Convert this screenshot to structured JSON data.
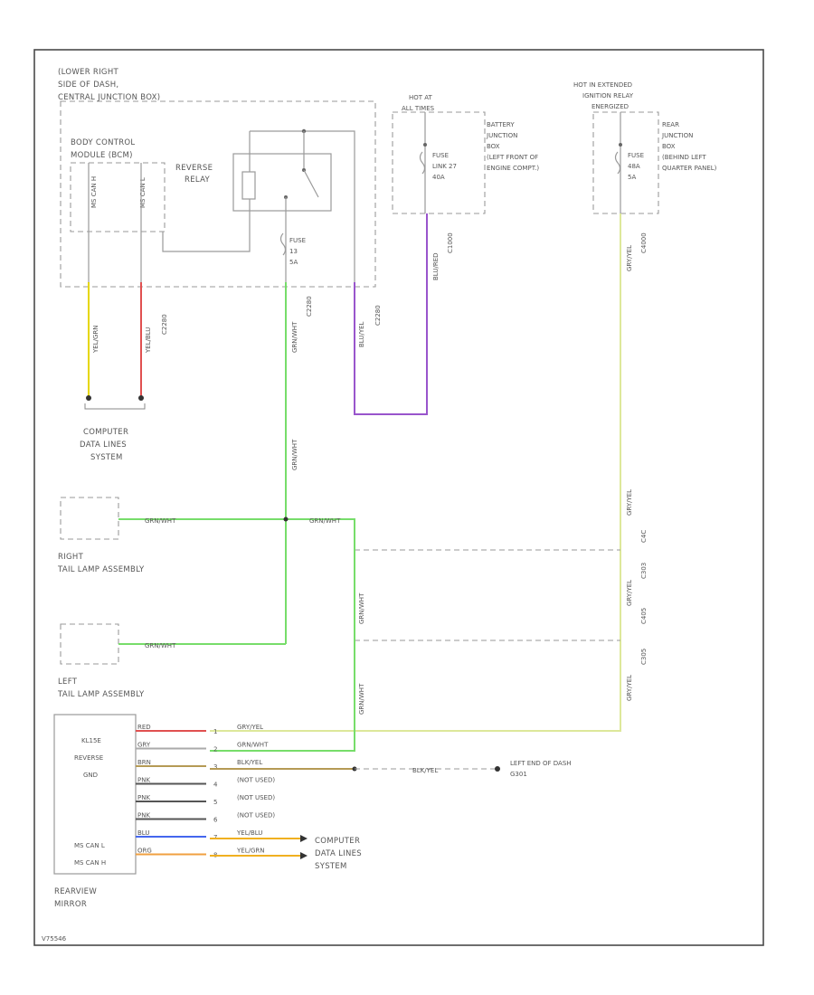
{
  "diagram": {
    "footer_id": "V75546"
  },
  "components": {
    "ijb": {
      "line1": "(LOWER RIGHT",
      "line2": "SIDE OF DASH,",
      "line3": "CENTRAL JUNCTION BOX)"
    },
    "bcm": {
      "line1": "BODY CONTROL",
      "line2": "MODULE (BCM)",
      "pin_a": "MS CAN H",
      "pin_b": "MS CAN L"
    },
    "relay": {
      "line1": "REVERSE",
      "line2": "RELAY"
    },
    "fuse1": {
      "line1": "FUSE",
      "line2": "13",
      "line3": "5A"
    },
    "hot_at_all_times": {
      "line1": "HOT AT",
      "line2": "ALL TIMES"
    },
    "fuse2": {
      "line1": "FUSE",
      "line2": "LINK 27",
      "line3": "40A"
    },
    "bjb": {
      "line1": "BATTERY",
      "line2": "JUNCTION",
      "line3": "BOX",
      "line4": "(LEFT FRONT OF",
      "line5": "ENGINE COMPT.)"
    },
    "hot_ext": {
      "line1": "HOT IN EXTENDED",
      "line2": "IGNITION RELAY",
      "line3": "ENERGIZED"
    },
    "fuse3": {
      "line1": "FUSE",
      "line2": "48A",
      "line3": "5A"
    },
    "rjb": {
      "line1": "REAR",
      "line2": "JUNCTION",
      "line3": "BOX",
      "line4": "(BEHIND LEFT",
      "line5": "QUARTER PANEL)"
    },
    "cdl_top": {
      "line1": "COMPUTER",
      "line2": "DATA LINES",
      "line3": "SYSTEM"
    },
    "right_tail": {
      "line1": "RIGHT",
      "line2": "TAIL LAMP ASSEMBLY"
    },
    "left_tail": {
      "line1": "LEFT",
      "line2": "TAIL LAMP ASSEMBLY"
    },
    "mirror": {
      "line1": "REARVIEW",
      "line2": "MIRROR",
      "pin1": "KL15E",
      "pin2": "REVERSE",
      "pin3": "GND",
      "pin4": "MS CAN L",
      "pin5": "MS CAN H"
    },
    "ground": {
      "line1": "LEFT END OF DASH",
      "line2": "G301"
    },
    "cdl_bottom": {
      "line1": "COMPUTER",
      "line2": "DATA LINES",
      "line3": "SYSTEM"
    }
  },
  "wires": {
    "bcm_a": "YEL/GRN",
    "bcm_b": "YEL/BLU",
    "bcm_conn": "C2280",
    "fuse1_out": "GRN/WHT",
    "fuse1_conn": "C2280",
    "relay_in": "BLU/YEL",
    "relay_conn": "C2280",
    "fuse2_out": "BLU/RED",
    "fuse2_conn": "C1000",
    "fuse3_out": "GRY/YEL",
    "fuse3_conn": "C4000",
    "rev_mid": "GRN/WHT",
    "right_tail_wire": "GRN/WHT",
    "right_tail_wire2": "GRN/WHT",
    "left_tail_wire": "GRN/WHT",
    "rev_right": "GRN/WHT",
    "rev_down": "GRN/WHT",
    "yel_right": "GRY/YEL",
    "yel_right2": "GRY/YEL",
    "yel_right3": "GRY/YEL",
    "c_a": "C4C",
    "c_b": "C303",
    "c_c": "C405",
    "c_d": "C305"
  },
  "mirror_rows": [
    {
      "stub": "RED",
      "pin": "1",
      "wire": "GRY/YEL"
    },
    {
      "stub": "GRY",
      "pin": "2",
      "wire": "GRN/WHT"
    },
    {
      "stub": "BRN",
      "pin": "3",
      "wire": "BLK/YEL"
    },
    {
      "stub": "PNK",
      "pin": "4",
      "wire": "(NOT USED)"
    },
    {
      "stub": "PNK",
      "pin": "5",
      "wire": "(NOT USED)"
    },
    {
      "stub": "PNK",
      "pin": "6",
      "wire": "(NOT USED)"
    },
    {
      "stub": "BLU",
      "pin": "7",
      "wire": "YEL/BLU"
    },
    {
      "stub": "ORG",
      "pin": "8",
      "wire": "YEL/GRN"
    }
  ],
  "ground_wire": "BLK/YEL",
  "colors": {
    "frame": "#4a4a4a",
    "dashed": "#9a9a9a",
    "yellow": "#e6d700",
    "red": "#e05050",
    "green": "#77dd6a",
    "purple": "#9955cc",
    "pale_yellow": "#dde89a",
    "brown": "#b59a55",
    "dark": "#555555",
    "blue": "#4466ee",
    "orange": "#f0a040"
  }
}
